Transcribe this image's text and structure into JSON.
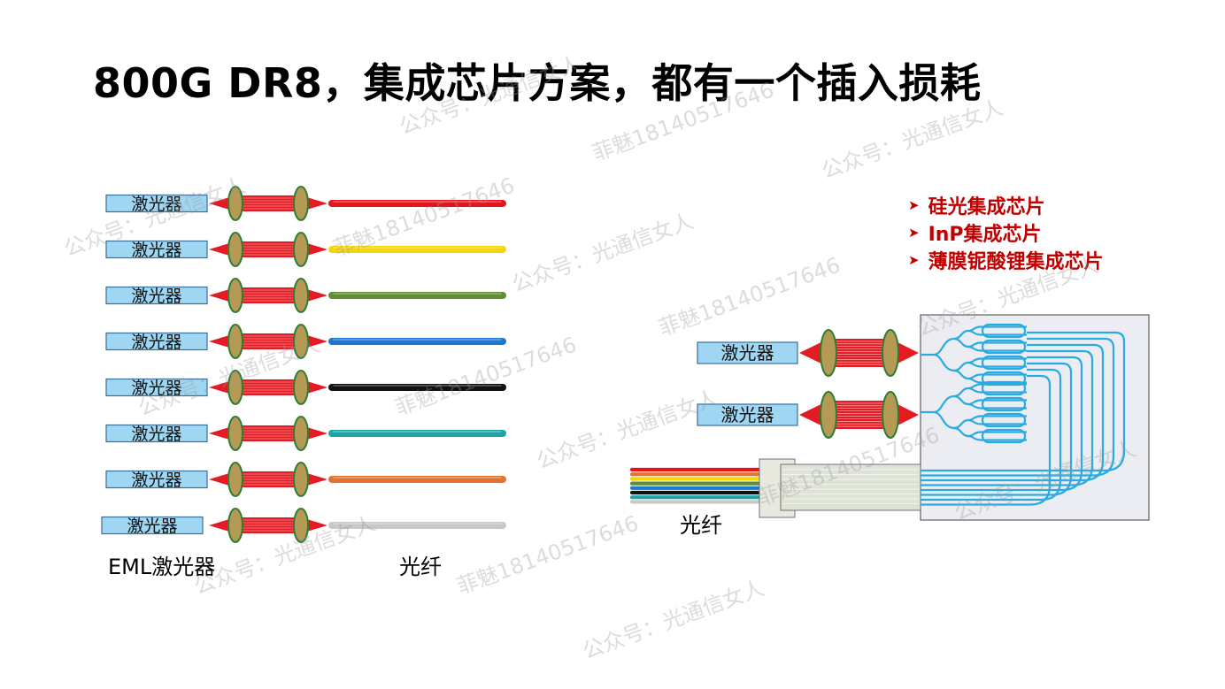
{
  "slide": {
    "title": "800G DR8，集成芯片方案，都有一个插入损耗"
  },
  "left_panel": {
    "laser_label": "激光器",
    "caption_laser": "EML激光器",
    "caption_fiber": "光纤",
    "fiber_colors": [
      "#e8141b",
      "#f5d60a",
      "#5f8f32",
      "#1c78d0",
      "#111111",
      "#1aa6a4",
      "#e2742f",
      "#c8c8c8"
    ]
  },
  "right_panel": {
    "laser_label": "激光器",
    "fiber_label": "光纤",
    "legend": [
      "硅光集成芯片",
      "InP集成芯片",
      "薄膜铌酸锂集成芯片"
    ],
    "ribbon_colors": [
      "#e8141b",
      "#e2742f",
      "#f5d60a",
      "#5f8f32",
      "#1c78d0",
      "#111111",
      "#1aa6a4",
      "#c8c8c8"
    ]
  },
  "watermarks": [
    "公众号：光通信女人",
    "菲魅18140517646"
  ],
  "colors": {
    "laser_fill": "#9fd6f2",
    "laser_stroke": "#3a6f9a",
    "beam": "#e31b23",
    "lens_fill": "#b49a55",
    "lens_stroke": "#2e7d32",
    "waveguide": "#29abe2",
    "chip_fill": "#ecedf2",
    "title_color": "#000000",
    "legend_color": "#c00000"
  }
}
